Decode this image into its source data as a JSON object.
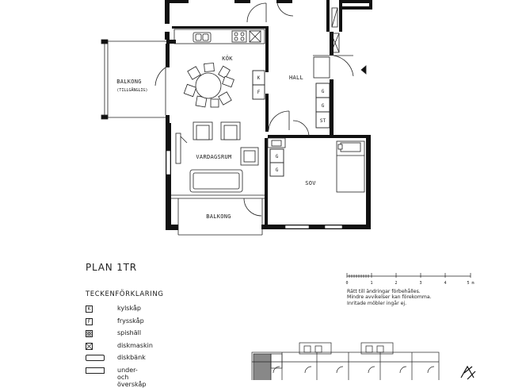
{
  "rooms": {
    "kok": "KÖK",
    "hall": "HALL",
    "balkong_tillganglig_1": "BALKONG",
    "balkong_tillganglig_2": "(TILLGÄNGLIG)",
    "vardagsrum": "VARDAGSRUM",
    "sov": "SOV",
    "balkong": "BALKONG"
  },
  "fixtures": {
    "kyl": "K",
    "frys": "F",
    "garderob": "G",
    "stad": "ST"
  },
  "plan_title": "PLAN 1TR",
  "legend": {
    "title": "TECKENFÖRKLARING",
    "items": [
      {
        "symbol": "K",
        "label": "kylskåp"
      },
      {
        "symbol": "F",
        "label": "frysskåp"
      },
      {
        "symbol": "",
        "label": "spishäll"
      },
      {
        "symbol": "",
        "label": "diskmaskin"
      },
      {
        "symbol": "",
        "label": "diskbänk"
      },
      {
        "symbol": "",
        "label": "under- och överskåp"
      }
    ]
  },
  "scale": {
    "ticks": [
      "0",
      "1",
      "2",
      "3",
      "4",
      "5 m"
    ]
  },
  "notes": [
    "Rätt till ändringar förbehålles.",
    "Mindre avvikelser kan förekomma.",
    "Inritade möbler ingår ej."
  ],
  "colors": {
    "wall": "#111111",
    "line": "#222222",
    "background": "#ffffff"
  }
}
